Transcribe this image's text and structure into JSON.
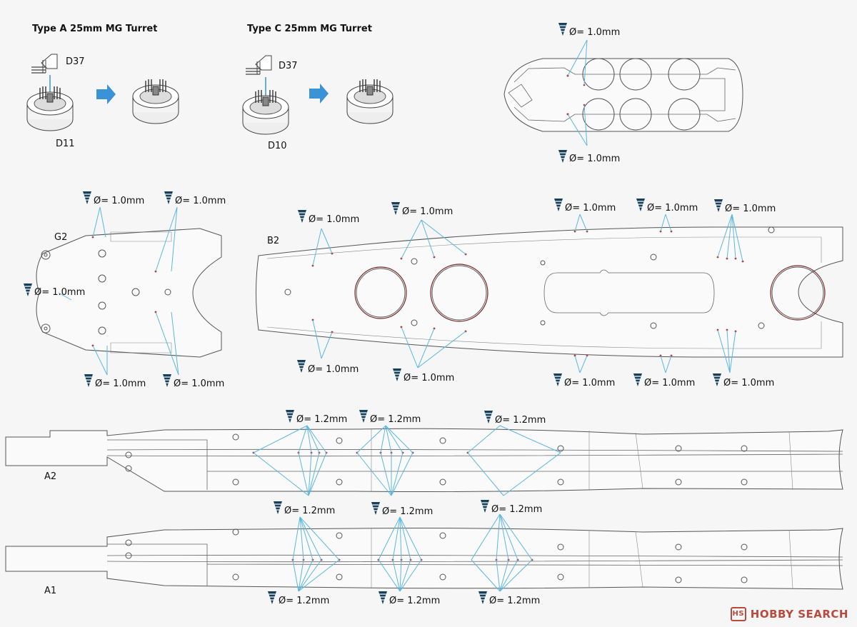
{
  "turrets": {
    "type_a": {
      "title": "Type A 25mm MG Turret",
      "part_top": "D37",
      "part_base": "D11"
    },
    "type_c": {
      "title": "Type C 25mm MG Turret",
      "part_top": "D37",
      "part_base": "D10"
    }
  },
  "parts": {
    "g2": "G2",
    "b2": "B2",
    "a2": "A2",
    "a1": "A1"
  },
  "drill_labels": {
    "d10": "Ø= 1.0mm",
    "d12": "Ø= 1.2mm"
  },
  "watermark": {
    "text": "HOBBY SEARCH"
  },
  "colors": {
    "leader": "#5bb7e0",
    "hole": "#c0272d",
    "drill_icon": "#1c4e6e"
  }
}
